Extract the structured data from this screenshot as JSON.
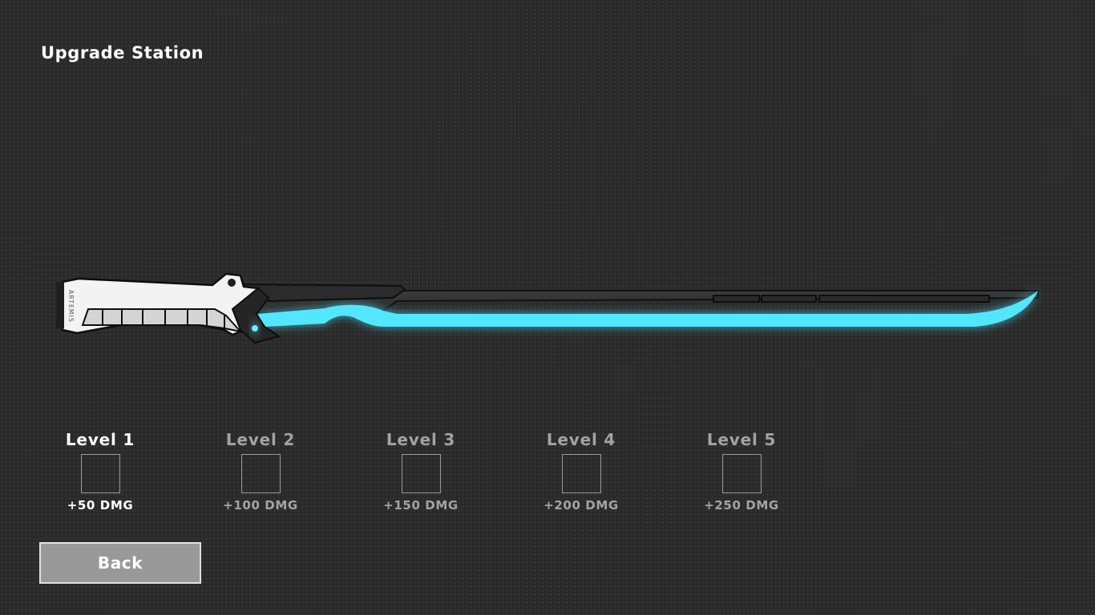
{
  "header": {
    "title": "Upgrade Station"
  },
  "weapon": {
    "name": "Sword",
    "engraving": "ARTEMIS",
    "blade_glow_color": "#4fe4ff"
  },
  "levels": [
    {
      "label": "Level 1",
      "bonus": "+50 DMG",
      "active": true
    },
    {
      "label": "Level 2",
      "bonus": "+100 DMG",
      "active": false
    },
    {
      "label": "Level 3",
      "bonus": "+150 DMG",
      "active": false
    },
    {
      "label": "Level 4",
      "bonus": "+200 DMG",
      "active": false
    },
    {
      "label": "Level 5",
      "bonus": "+250 DMG",
      "active": false
    }
  ],
  "actions": {
    "back_label": "Back"
  }
}
